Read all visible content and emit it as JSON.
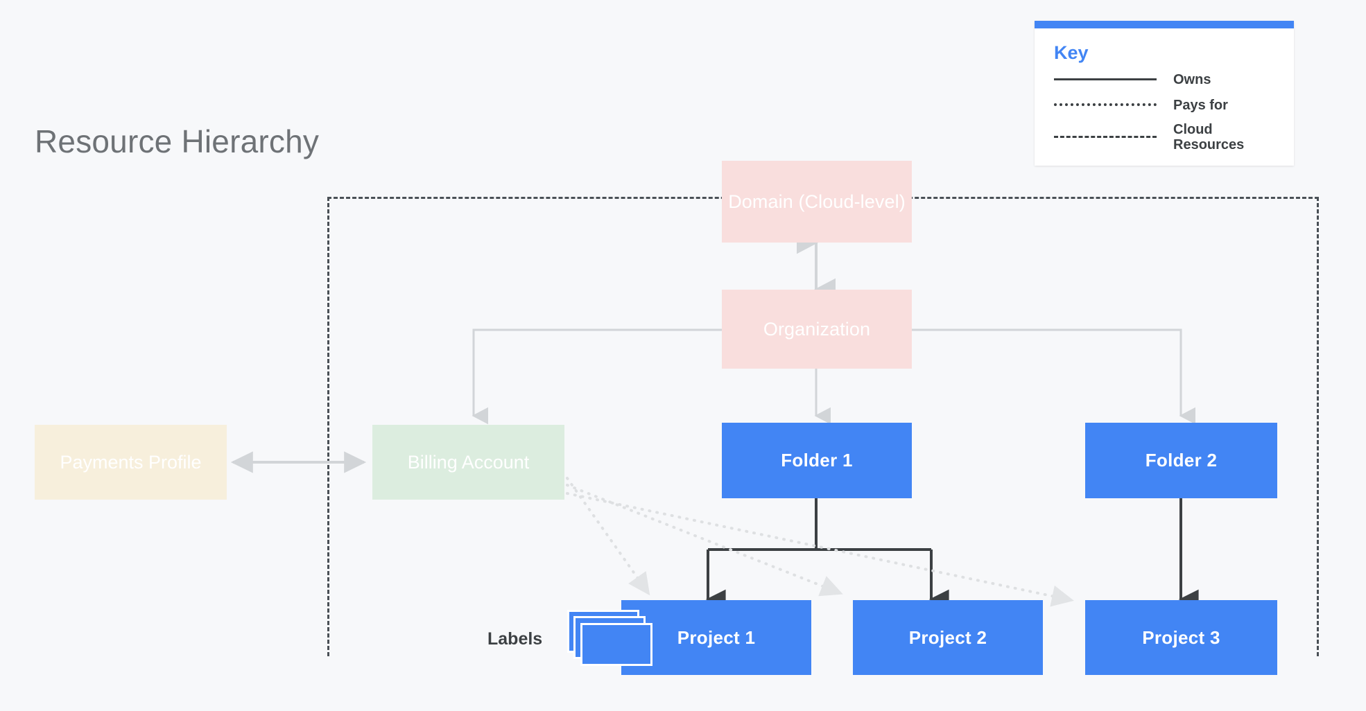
{
  "page": {
    "title": "Resource Hierarchy",
    "background_color": "#F7F8FA"
  },
  "key": {
    "heading": "Key",
    "accent_color": "#4285F4",
    "rows": [
      {
        "style": "solid",
        "label": "Owns"
      },
      {
        "style": "dotted",
        "label": "Pays for"
      },
      {
        "style": "dashed",
        "label": "Cloud Resources"
      }
    ]
  },
  "nodes": {
    "domain": {
      "label": "Domain (Cloud-level)",
      "color": "#F9DEDD",
      "kind": "pink"
    },
    "organization": {
      "label": "Organization",
      "color": "#F9DEDD",
      "kind": "pink"
    },
    "payments_profile": {
      "label": "Payments Profile",
      "color": "#F7EFDC",
      "kind": "cream"
    },
    "billing_account": {
      "label": "Billing Account",
      "color": "#DCEDDF",
      "kind": "green"
    },
    "folder_1": {
      "label": "Folder 1",
      "color": "#4285F4",
      "kind": "blue"
    },
    "folder_2": {
      "label": "Folder 2",
      "color": "#4285F4",
      "kind": "blue"
    },
    "project_1": {
      "label": "Project 1",
      "color": "#4285F4",
      "kind": "blue"
    },
    "project_2": {
      "label": "Project 2",
      "color": "#4285F4",
      "kind": "blue"
    },
    "project_3": {
      "label": "Project 3",
      "color": "#4285F4",
      "kind": "blue"
    }
  },
  "annotations": {
    "labels": "Labels"
  },
  "edges": {
    "owns_color": "#3C4043",
    "hierarchy_color": "#D2D5D8",
    "pays_for_color": "#D8DADC",
    "cloud_boundary_color": "#4A5056"
  }
}
